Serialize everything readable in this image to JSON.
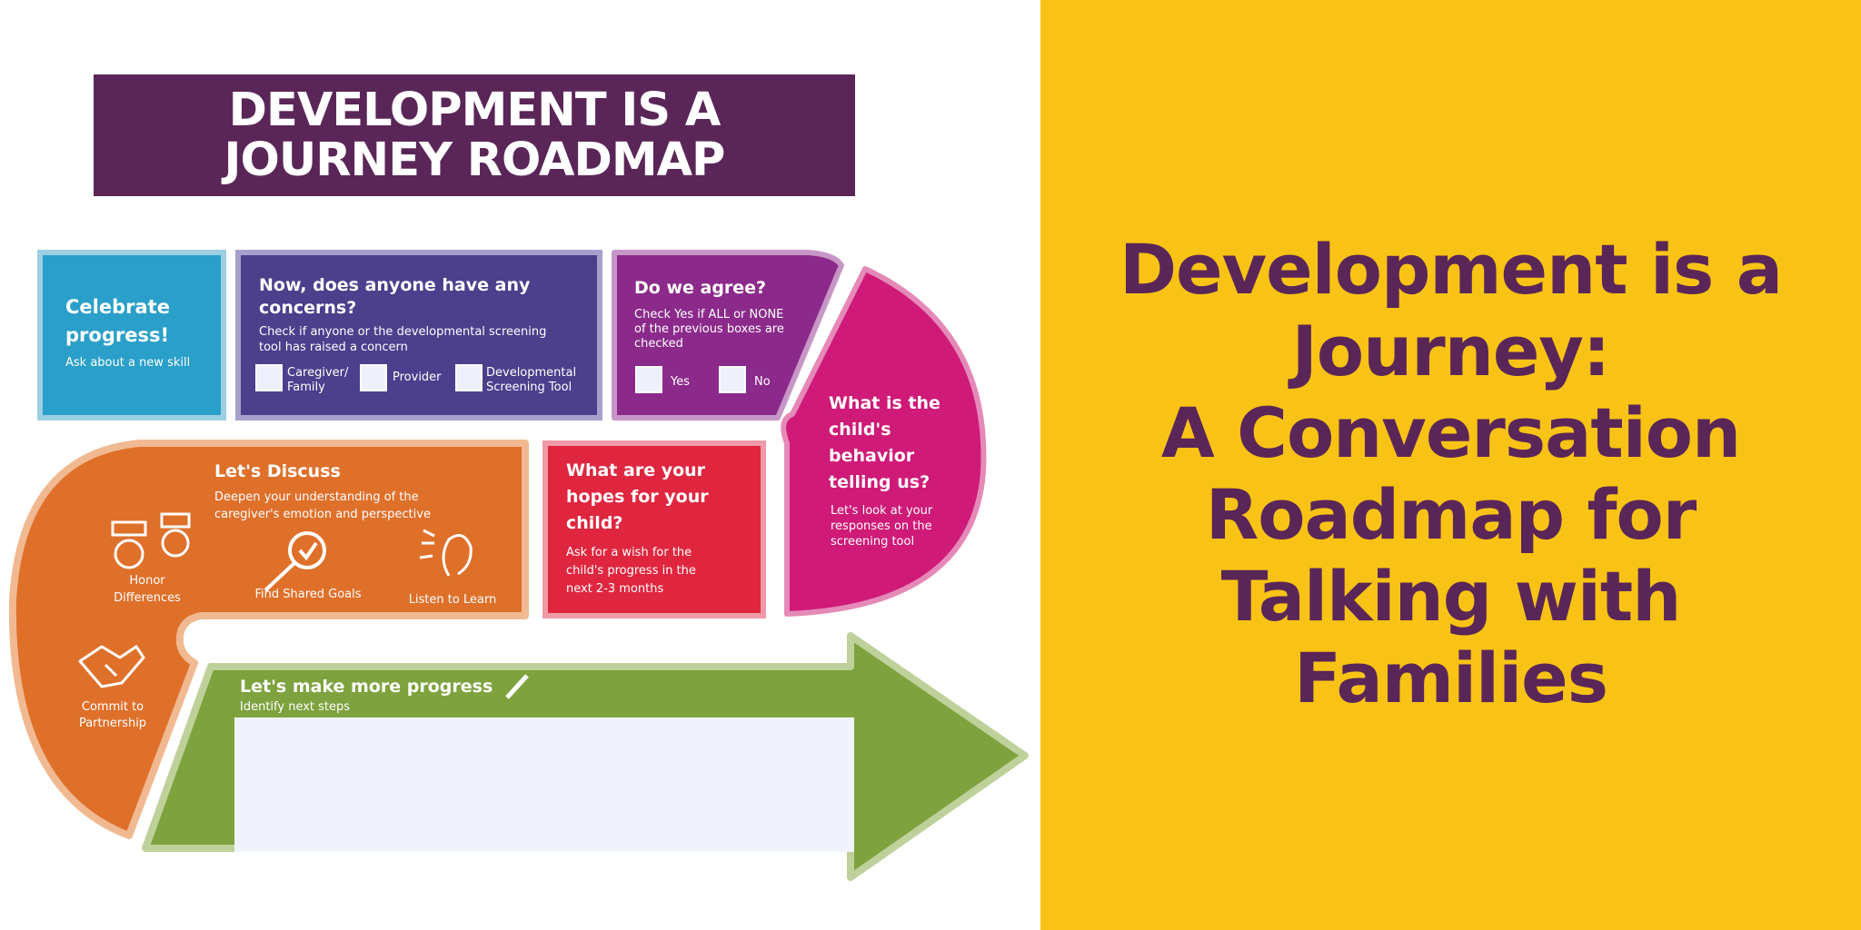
{
  "banner": {
    "line1": "DEVELOPMENT IS A",
    "line2": "JOURNEY ROADMAP"
  },
  "headline": {
    "line1": "Development is a",
    "line2": "Journey:",
    "line3": "A Conversation",
    "line4": "Roadmap for",
    "line5": "Talking with",
    "line6": "Families"
  },
  "celebrate": {
    "title1": "Celebrate",
    "title2": "progress!",
    "body": "Ask about a new skill"
  },
  "concerns": {
    "title1": "Now, does anyone have any",
    "title2": "concerns?",
    "body1": "Check if anyone or the developmental screening",
    "body2": "tool has raised a concern",
    "opt1a": "Caregiver/",
    "opt1b": "Family",
    "opt2": "Provider",
    "opt3a": "Developmental",
    "opt3b": "Screening Tool"
  },
  "agree": {
    "title": "Do we agree?",
    "body1": "Check Yes if ALL or NONE",
    "body2": "of the previous boxes are",
    "body3": "checked",
    "yes": "Yes",
    "no": "No"
  },
  "behavior": {
    "t1": "What is the",
    "t2": "child's",
    "t3": "behavior",
    "t4": "telling us?",
    "b1": "Let's look at your",
    "b2": "responses on the",
    "b3": "screening tool"
  },
  "hopes": {
    "t1": "What are your",
    "t2": "hopes for your",
    "t3": "child?",
    "b1": "Ask for a wish for the",
    "b2": "child's progress in the",
    "b3": "next 2-3 months"
  },
  "discuss": {
    "title": "Let's Discuss",
    "b1": "Deepen your understanding of the",
    "b2": "caregiver's emotion and perspective",
    "honor1": "Honor",
    "honor2": "Differences",
    "goals": "Find Shared Goals",
    "listen": "Listen to Learn",
    "commit1": "Commit to",
    "commit2": "Partnership"
  },
  "progress": {
    "title": "Let's make more progress",
    "sub": "Identify next steps"
  },
  "colors": {
    "banner": "#5a2658",
    "yellow": "#f9c315",
    "teal": "#2a9fc9",
    "indigo": "#4c3f8c",
    "purple": "#8b2a8a",
    "magenta": "#cf1a77",
    "red": "#e0263f",
    "orange": "#df702a",
    "green": "#7ea23e"
  }
}
